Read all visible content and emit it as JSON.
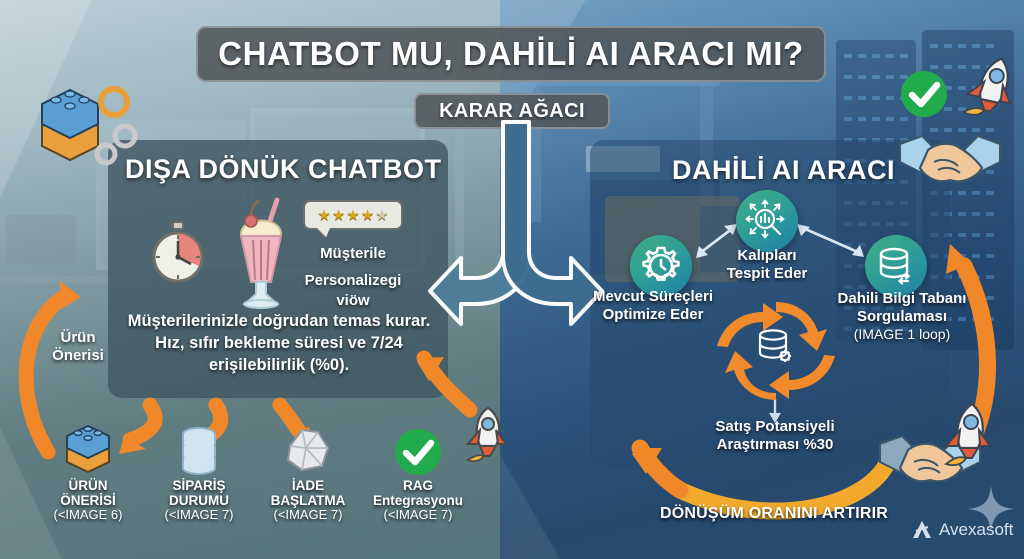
{
  "title": {
    "main": "CHATBOT MU, DAHİLİ AI ARACI MI?",
    "sub": "KARAR AĞACI"
  },
  "colors": {
    "accent_orange": "#f08a2a",
    "teal": "#2f9f96",
    "green_check": "#22ab4b",
    "panel_left_bg": "#3e5662",
    "panel_right_bg": "#26486e",
    "title_bg": "#52565a",
    "star_gold": "#d9a521"
  },
  "left_panel": {
    "title": "DIŞA DÖNÜK CHATBOT",
    "icons": [
      "stopwatch-icon",
      "milkshake-icon"
    ],
    "rating": {
      "filled": 4,
      "total": 5
    },
    "caption_lines": [
      "Müşterile",
      "Personalizegi",
      "viöw"
    ],
    "body": "Müşterilerinizle doğrudan temas kurar. Hız, sıfır bekleme süresi ve 7/24 erişilebilirlik (%0).",
    "side_label": "Ürün\nÖnerisi",
    "side_label_l1": "Ürün",
    "side_label_l2": "Önerisi",
    "items": [
      {
        "icon": "lego-block-icon",
        "label_l1": "ÜRÜN",
        "label_l2": "ÖNERİSİ",
        "sub": "(<IMAGE 6)"
      },
      {
        "icon": "database-icon",
        "label_l1": "SİPARİŞ",
        "label_l2": "DURUMU",
        "sub": "(<IMAGE 7)"
      },
      {
        "icon": "crumpled-paper-icon",
        "label_l1": "İADE",
        "label_l2": "BAŞLATMA",
        "sub": "(<IMAGE 7)"
      },
      {
        "icon": "green-check-icon",
        "label_l1": "RAG",
        "label_l2": "Entegrasyonu",
        "sub": "(<IMAGE 7)"
      }
    ]
  },
  "right_panel": {
    "title": "DAHİLİ AI ARACI",
    "nodes": [
      {
        "icon": "gear-clock-icon",
        "label_l1": "Mevcut Süreçleri",
        "label_l2": "Optimize Eder",
        "sub": ""
      },
      {
        "icon": "analytics-search-icon",
        "label_l1": "Kalıpları",
        "label_l2": "Tespit Eder",
        "sub": ""
      },
      {
        "icon": "database-sync-icon",
        "label_l1": "Dahili Bilgi Tabanı",
        "label_l2": "Sorgulaması",
        "sub": "(IMAGE 1 loop)"
      }
    ],
    "loop": {
      "icon": "database-gear-icon",
      "arrow_count": 4
    },
    "outcome_l1": "Satış Potansiyeli",
    "outcome_l2": "Araştırması %30",
    "cta": "DÖNÜŞÜM ORANINI ARTIRIR"
  },
  "decor": {
    "top_left_icon": "lego-gears-icon",
    "top_right_icons": [
      "green-check-icon",
      "rocket-icon"
    ],
    "right_icons": [
      "handshake-icon",
      "rocket-icon"
    ],
    "left_rocket": "rocket-icon"
  },
  "brand": {
    "name": "Avexasoft",
    "mark": "avexasoft-logo-icon"
  }
}
